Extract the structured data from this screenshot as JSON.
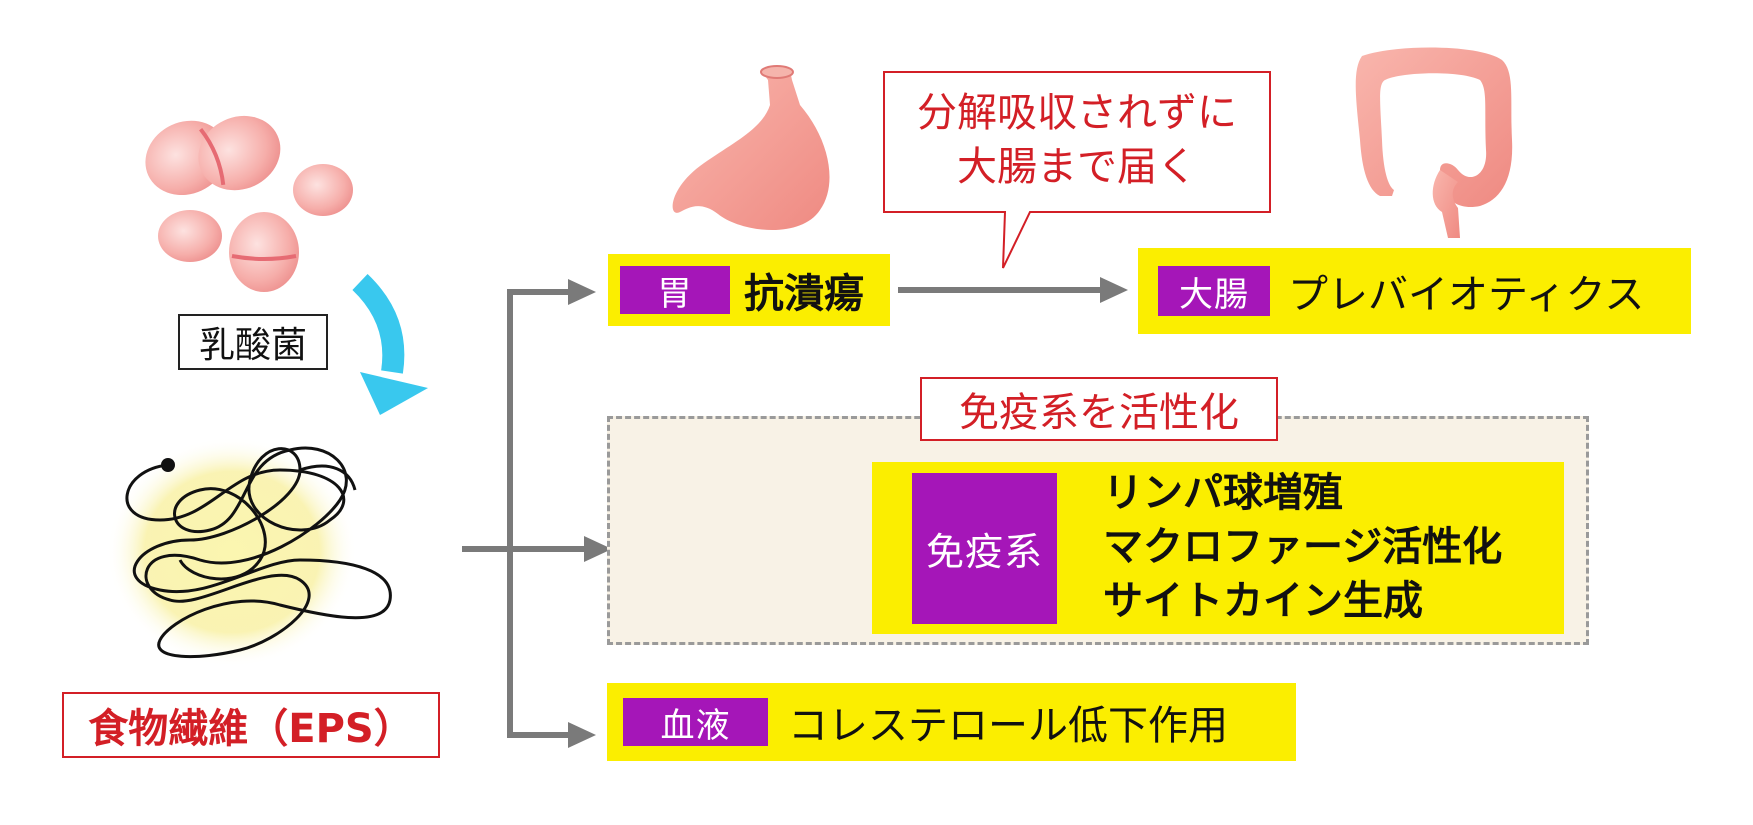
{
  "colors": {
    "yellow_box": "#fbee00",
    "purple_tag": "#a516b8",
    "red_text": "#d31f26",
    "cyan_arrow": "#39c8ee",
    "gray_arrow": "#7a7a7a",
    "organ_pink": "#f2988f"
  },
  "left": {
    "bacteria_label": "乳酸菌",
    "fiber_label": "食物繊維（EPS）"
  },
  "stomach": {
    "tag": "胃",
    "effect": "抗潰瘍"
  },
  "callout": {
    "line1": "分解吸収されずに",
    "line2": "大腸まで届く"
  },
  "intestine": {
    "tag": "大腸",
    "effect": "プレバイオティクス"
  },
  "immune": {
    "heading": "免疫系を活性化",
    "tag": "免疫系",
    "effects": [
      "リンパ球増殖",
      "マクロファージ活性化",
      "サイトカイン生成"
    ]
  },
  "blood": {
    "tag": "血液",
    "effect": "コレステロール低下作用"
  },
  "icons": [
    "lactic-bacteria-icon",
    "cyan-curved-arrow-icon",
    "eps-fiber-tangle-icon",
    "stomach-icon",
    "large-intestine-icon",
    "immune-cell-icon"
  ]
}
